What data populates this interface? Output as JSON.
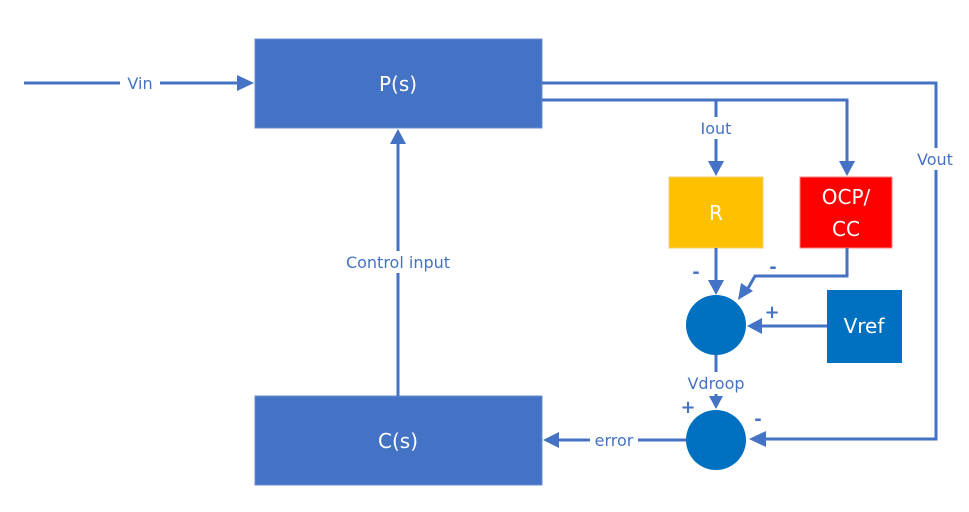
{
  "diagram": {
    "type": "control-block-diagram",
    "colors": {
      "primary": "#4472c4",
      "sum_junction": "#0070c0",
      "r_block": "#ffc000",
      "ocp_block": "#ff0000",
      "vref_block": "#0070c0",
      "text_on_block": "#ffffff"
    },
    "blocks": {
      "plant": "P(s)",
      "controller": "C(s)",
      "r": "R",
      "ocp_line1": "OCP/",
      "ocp_line2": "CC",
      "vref": "Vref"
    },
    "signals": {
      "vin": "Vin",
      "iout": "Iout",
      "vout": "Vout",
      "control_input": "Control input",
      "vdroop": "Vdroop",
      "error": "error"
    },
    "signs": {
      "sum1_r": "-",
      "sum1_ocp": "-",
      "sum1_vref": "+",
      "sum2_vdroop": "+",
      "sum2_vout": "-"
    },
    "connections": [
      {
        "from": "Vin",
        "to": "P(s)"
      },
      {
        "from": "P(s)",
        "to": "R",
        "label": "Iout"
      },
      {
        "from": "P(s)",
        "to": "OCP/CC"
      },
      {
        "from": "P(s)",
        "to": "sum2",
        "label": "Vout",
        "sign": "-"
      },
      {
        "from": "R",
        "to": "sum1",
        "sign": "-"
      },
      {
        "from": "OCP/CC",
        "to": "sum1",
        "sign": "-"
      },
      {
        "from": "Vref",
        "to": "sum1",
        "sign": "+"
      },
      {
        "from": "sum1",
        "to": "sum2",
        "label": "Vdroop",
        "sign": "+"
      },
      {
        "from": "sum2",
        "to": "C(s)",
        "label": "error"
      },
      {
        "from": "C(s)",
        "to": "P(s)",
        "label": "Control input"
      }
    ]
  }
}
